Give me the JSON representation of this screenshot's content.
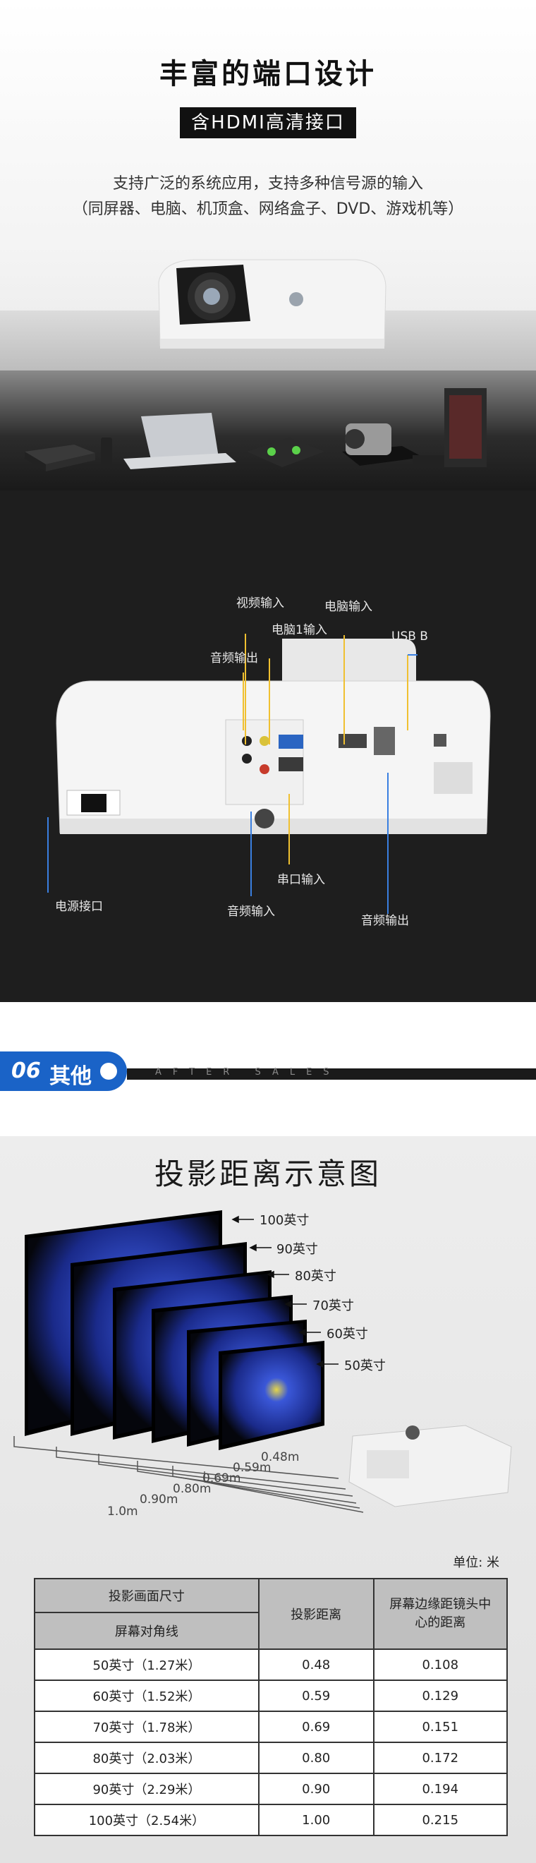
{
  "ports_section": {
    "title": "丰富的端口设计",
    "badge": "含HDMI高清接口",
    "desc_line1": "支持广泛的系统应用，支持多种信号源的输入",
    "desc_line2": "（同屏器、电脑、机顶盒、网络盒子、DVD、游戏机等）",
    "port_labels": {
      "video_in": "视频输入",
      "pc_in": "电脑输入",
      "pc1_in": "电脑1输入",
      "usb_b": "USB B",
      "audio_out_top": "音频输出",
      "power": "电源接口",
      "serial": "串口输入",
      "audio_in": "音频输入",
      "audio_out_bottom": "音频输出"
    }
  },
  "section_banner": {
    "number": "06",
    "title": "其他",
    "subtitle": "AFTER SALES"
  },
  "projection_section": {
    "title": "投影距离示意图",
    "screen_sizes": [
      "100英寸",
      "90英寸",
      "80英寸",
      "70英寸",
      "60英寸",
      "50英寸"
    ],
    "distances": [
      "0.48m",
      "0.59m",
      "0.69m",
      "0.80m",
      "0.90m",
      "1.0m"
    ],
    "unit": "单位: 米",
    "table": {
      "header_size": "投影画面尺寸",
      "header_diag": "屏幕对角线",
      "header_distance": "投影距离",
      "header_edge": "屏幕边缘距镜头中心的距离",
      "rows": [
        {
          "size": "50英寸（1.27米）",
          "distance": "0.48",
          "edge": "0.108"
        },
        {
          "size": "60英寸（1.52米）",
          "distance": "0.59",
          "edge": "0.129"
        },
        {
          "size": "70英寸（1.78米）",
          "distance": "0.69",
          "edge": "0.151"
        },
        {
          "size": "80英寸（2.03米）",
          "distance": "0.80",
          "edge": "0.172"
        },
        {
          "size": "90英寸（2.29米）",
          "distance": "0.90",
          "edge": "0.194"
        },
        {
          "size": "100英寸（2.54米）",
          "distance": "1.00",
          "edge": "0.215"
        }
      ]
    }
  }
}
